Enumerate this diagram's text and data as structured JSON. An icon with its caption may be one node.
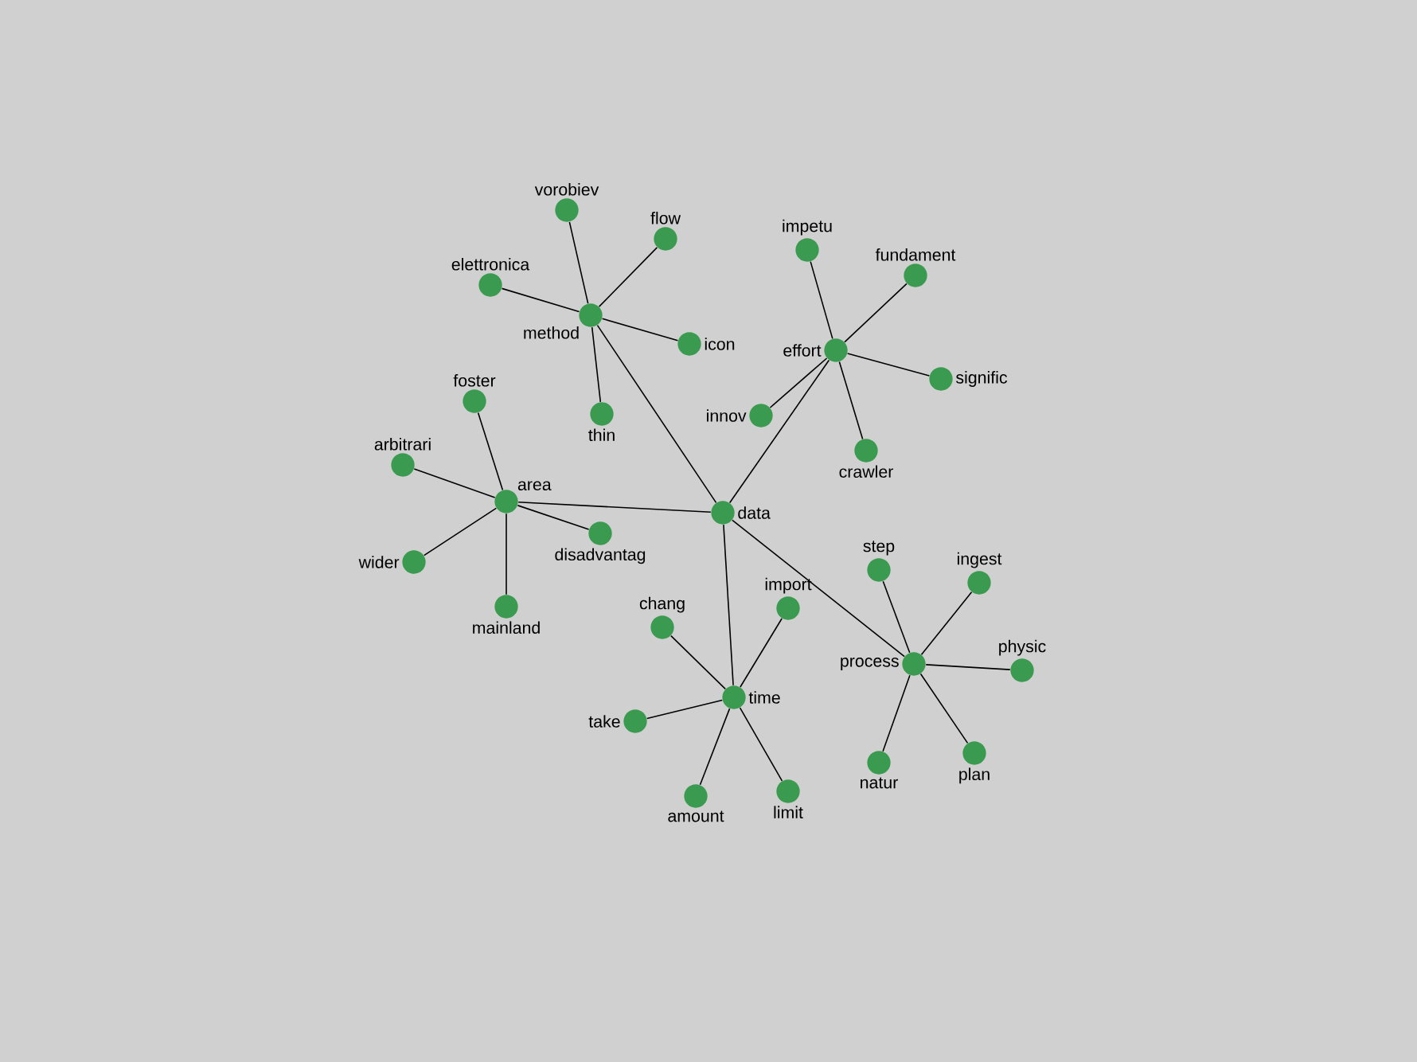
{
  "diagram": {
    "nodes": [
      {
        "text": [
          "vorobiev"
        ]
      },
      {
        "text": [
          "flow"
        ]
      },
      {
        "text": [
          "impetu"
        ]
      },
      {
        "text": [
          "fundament"
        ]
      },
      {
        "text": [
          "elettronica"
        ]
      },
      {
        "text": [
          "method"
        ]
      },
      {
        "text": [
          "effort"
        ]
      },
      {
        "text": [
          "icon"
        ]
      },
      {
        "text": [
          "signific"
        ]
      },
      {
        "text": [
          "foster"
        ]
      },
      {
        "text": [
          "thin"
        ]
      },
      {
        "text": [
          "innov"
        ]
      },
      {
        "text": [
          "crawler"
        ]
      },
      {
        "text": [
          "arbitrari"
        ]
      },
      {
        "text": [
          "area"
        ]
      },
      {
        "text": [
          "data"
        ]
      },
      {
        "text": [
          "disadvantag"
        ]
      },
      {
        "text": [
          "wider"
        ]
      },
      {
        "text": [
          "step"
        ]
      },
      {
        "text": [
          "ingest"
        ]
      },
      {
        "text": [
          "import"
        ]
      },
      {
        "text": [
          "mainland"
        ]
      },
      {
        "text": [
          "chang"
        ]
      },
      {
        "text": [
          "process"
        ]
      },
      {
        "text": [
          "physic"
        ]
      },
      {
        "text": [
          "time"
        ]
      },
      {
        "text": [
          "take"
        ]
      },
      {
        "text": [
          "plan"
        ]
      },
      {
        "text": [
          "natur"
        ]
      },
      {
        "text": [
          "limit"
        ]
      },
      {
        "text": [
          "amount"
        ]
      }
    ],
    "edges": [
      {
        "from": 5,
        "to": 0,
        "arrow": "none"
      },
      {
        "from": 5,
        "to": 1,
        "arrow": "none"
      },
      {
        "from": 5,
        "to": 4,
        "arrow": "none"
      },
      {
        "from": 5,
        "to": 7,
        "arrow": "none"
      },
      {
        "from": 5,
        "to": 10,
        "arrow": "none"
      },
      {
        "from": 5,
        "to": 15,
        "arrow": "none"
      },
      {
        "from": 6,
        "to": 2,
        "arrow": "none"
      },
      {
        "from": 6,
        "to": 3,
        "arrow": "none"
      },
      {
        "from": 6,
        "to": 8,
        "arrow": "none"
      },
      {
        "from": 6,
        "to": 11,
        "arrow": "none"
      },
      {
        "from": 6,
        "to": 12,
        "arrow": "none"
      },
      {
        "from": 6,
        "to": 15,
        "arrow": "none"
      },
      {
        "from": 14,
        "to": 9,
        "arrow": "none"
      },
      {
        "from": 14,
        "to": 13,
        "arrow": "none"
      },
      {
        "from": 14,
        "to": 16,
        "arrow": "none"
      },
      {
        "from": 14,
        "to": 17,
        "arrow": "none"
      },
      {
        "from": 14,
        "to": 21,
        "arrow": "none"
      },
      {
        "from": 14,
        "to": 15,
        "arrow": "none"
      },
      {
        "from": 23,
        "to": 18,
        "arrow": "none"
      },
      {
        "from": 23,
        "to": 19,
        "arrow": "none"
      },
      {
        "from": 23,
        "to": 24,
        "arrow": "none"
      },
      {
        "from": 23,
        "to": 28,
        "arrow": "none"
      },
      {
        "from": 23,
        "to": 27,
        "arrow": "none"
      },
      {
        "from": 23,
        "to": 15,
        "arrow": "none"
      },
      {
        "from": 25,
        "to": 22,
        "arrow": "none"
      },
      {
        "from": 25,
        "to": 20,
        "arrow": "none"
      },
      {
        "from": 25,
        "to": 26,
        "arrow": "none"
      },
      {
        "from": 25,
        "to": 30,
        "arrow": "none"
      },
      {
        "from": 25,
        "to": 29,
        "arrow": "none"
      },
      {
        "from": 25,
        "to": 15,
        "arrow": "none"
      }
    ]
  }
}
